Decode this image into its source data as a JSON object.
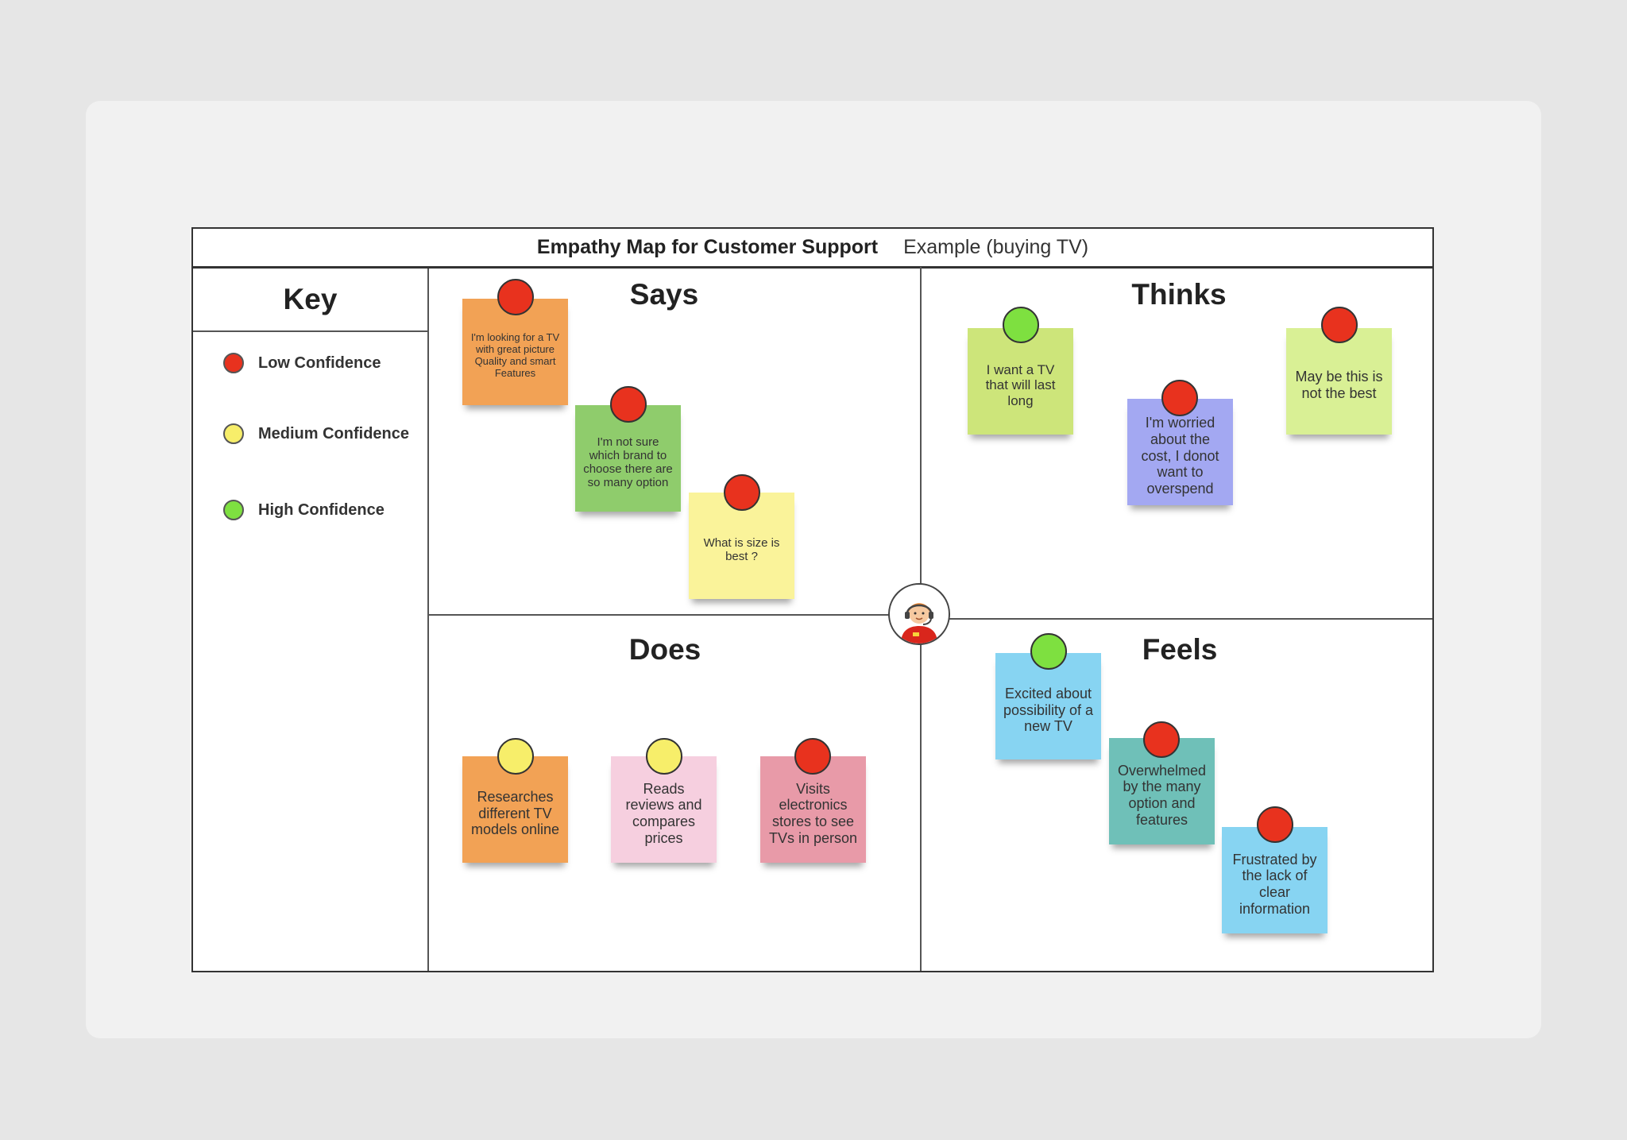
{
  "title": {
    "main": "Empathy Map for Customer Support",
    "subtitle": "Example (buying TV)"
  },
  "key": {
    "title": "Key",
    "items": [
      {
        "label": "Low Confidence",
        "color": "#e8321e"
      },
      {
        "label": "Medium Confidence",
        "color": "#f7ee6a"
      },
      {
        "label": "High Confidence",
        "color": "#7ee040"
      }
    ]
  },
  "quadrants": {
    "says": "Says",
    "thinks": "Thinks",
    "does": "Does",
    "feels": "Feels"
  },
  "colors": {
    "pin_low": "#e8321e",
    "pin_medium": "#f7ee6a",
    "pin_high": "#7ee040"
  },
  "notes": {
    "says_1": {
      "text": "I'm looking for a TV with great picture Quality and smart Features",
      "color": "#f2a255",
      "confidence": "low"
    },
    "says_2": {
      "text": "I'm not sure which brand to choose there are so many option",
      "color": "#8fcc6c",
      "confidence": "low"
    },
    "says_3": {
      "text": "What is size is best ?",
      "color": "#faf39a",
      "confidence": "low"
    },
    "thinks_1": {
      "text": "I want a TV that will last long",
      "color": "#cde57a",
      "confidence": "high"
    },
    "thinks_2": {
      "text": "I'm worried about the cost, I donot want to overspend",
      "color": "#a3a8f2",
      "confidence": "low"
    },
    "thinks_3": {
      "text": "May be this is not the best",
      "color": "#d9f095",
      "confidence": "low"
    },
    "does_1": {
      "text": "Researches different TV models online",
      "color": "#f2a255",
      "confidence": "medium"
    },
    "does_2": {
      "text": "Reads reviews and compares prices",
      "color": "#f6cfdf",
      "confidence": "medium"
    },
    "does_3": {
      "text": "Visits electronics stores to see TVs in person",
      "color": "#e89aa8",
      "confidence": "low"
    },
    "feels_1": {
      "text": "Excited about possibility of a new TV",
      "color": "#87d4f2",
      "confidence": "high"
    },
    "feels_2": {
      "text": "Overwhelmed by the many option and features",
      "color": "#6fc0b8",
      "confidence": "low"
    },
    "feels_3": {
      "text": "Frustrated by the lack of clear information",
      "color": "#87d4f2",
      "confidence": "low"
    }
  },
  "icons": {
    "avatar": "customer-support-agent-icon"
  }
}
